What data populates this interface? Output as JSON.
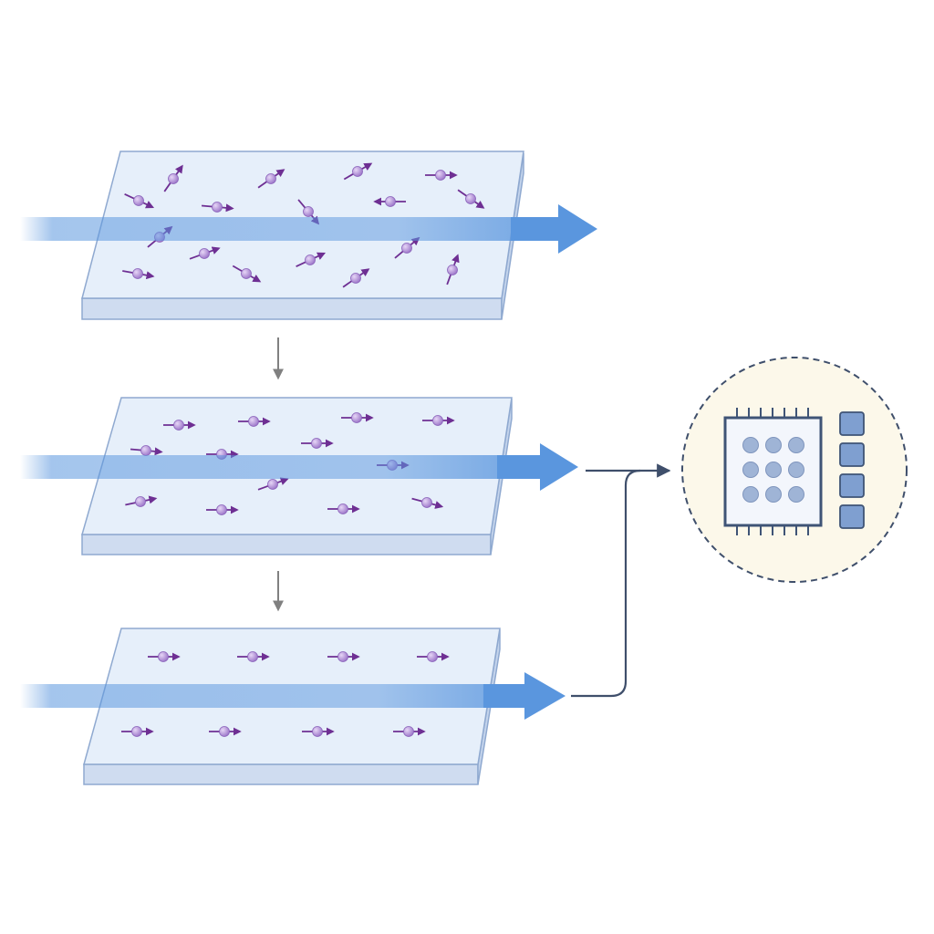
{
  "diagram": {
    "layers": [
      {
        "id": "layer-1",
        "spin_state": "disordered"
      },
      {
        "id": "layer-2",
        "spin_state": "partially-aligned"
      },
      {
        "id": "layer-3",
        "spin_state": "aligned"
      }
    ],
    "beam": {
      "direction": "right"
    },
    "output": {
      "icon": "chip-icon",
      "pads": 4,
      "chip_dots_grid": [
        3,
        3
      ]
    },
    "colors": {
      "background": "#ffffff",
      "layer_face": "#e6effa",
      "layer_edge": "#cfdcf0",
      "layer_stroke": "#8fa9d0",
      "beam": "#5a96de",
      "spin_particle": "#a27fd0",
      "spin_arrow": "#6e2f93",
      "connector": "#3f4f6b",
      "flow_arrow": "#808080",
      "circle_fill": "#fcf8ea",
      "chip_fill": "#f3f6fc",
      "chip_stroke": "#3f5476",
      "chip_dot": "#9fb4d6",
      "pad_fill": "#7f9fd0"
    }
  }
}
